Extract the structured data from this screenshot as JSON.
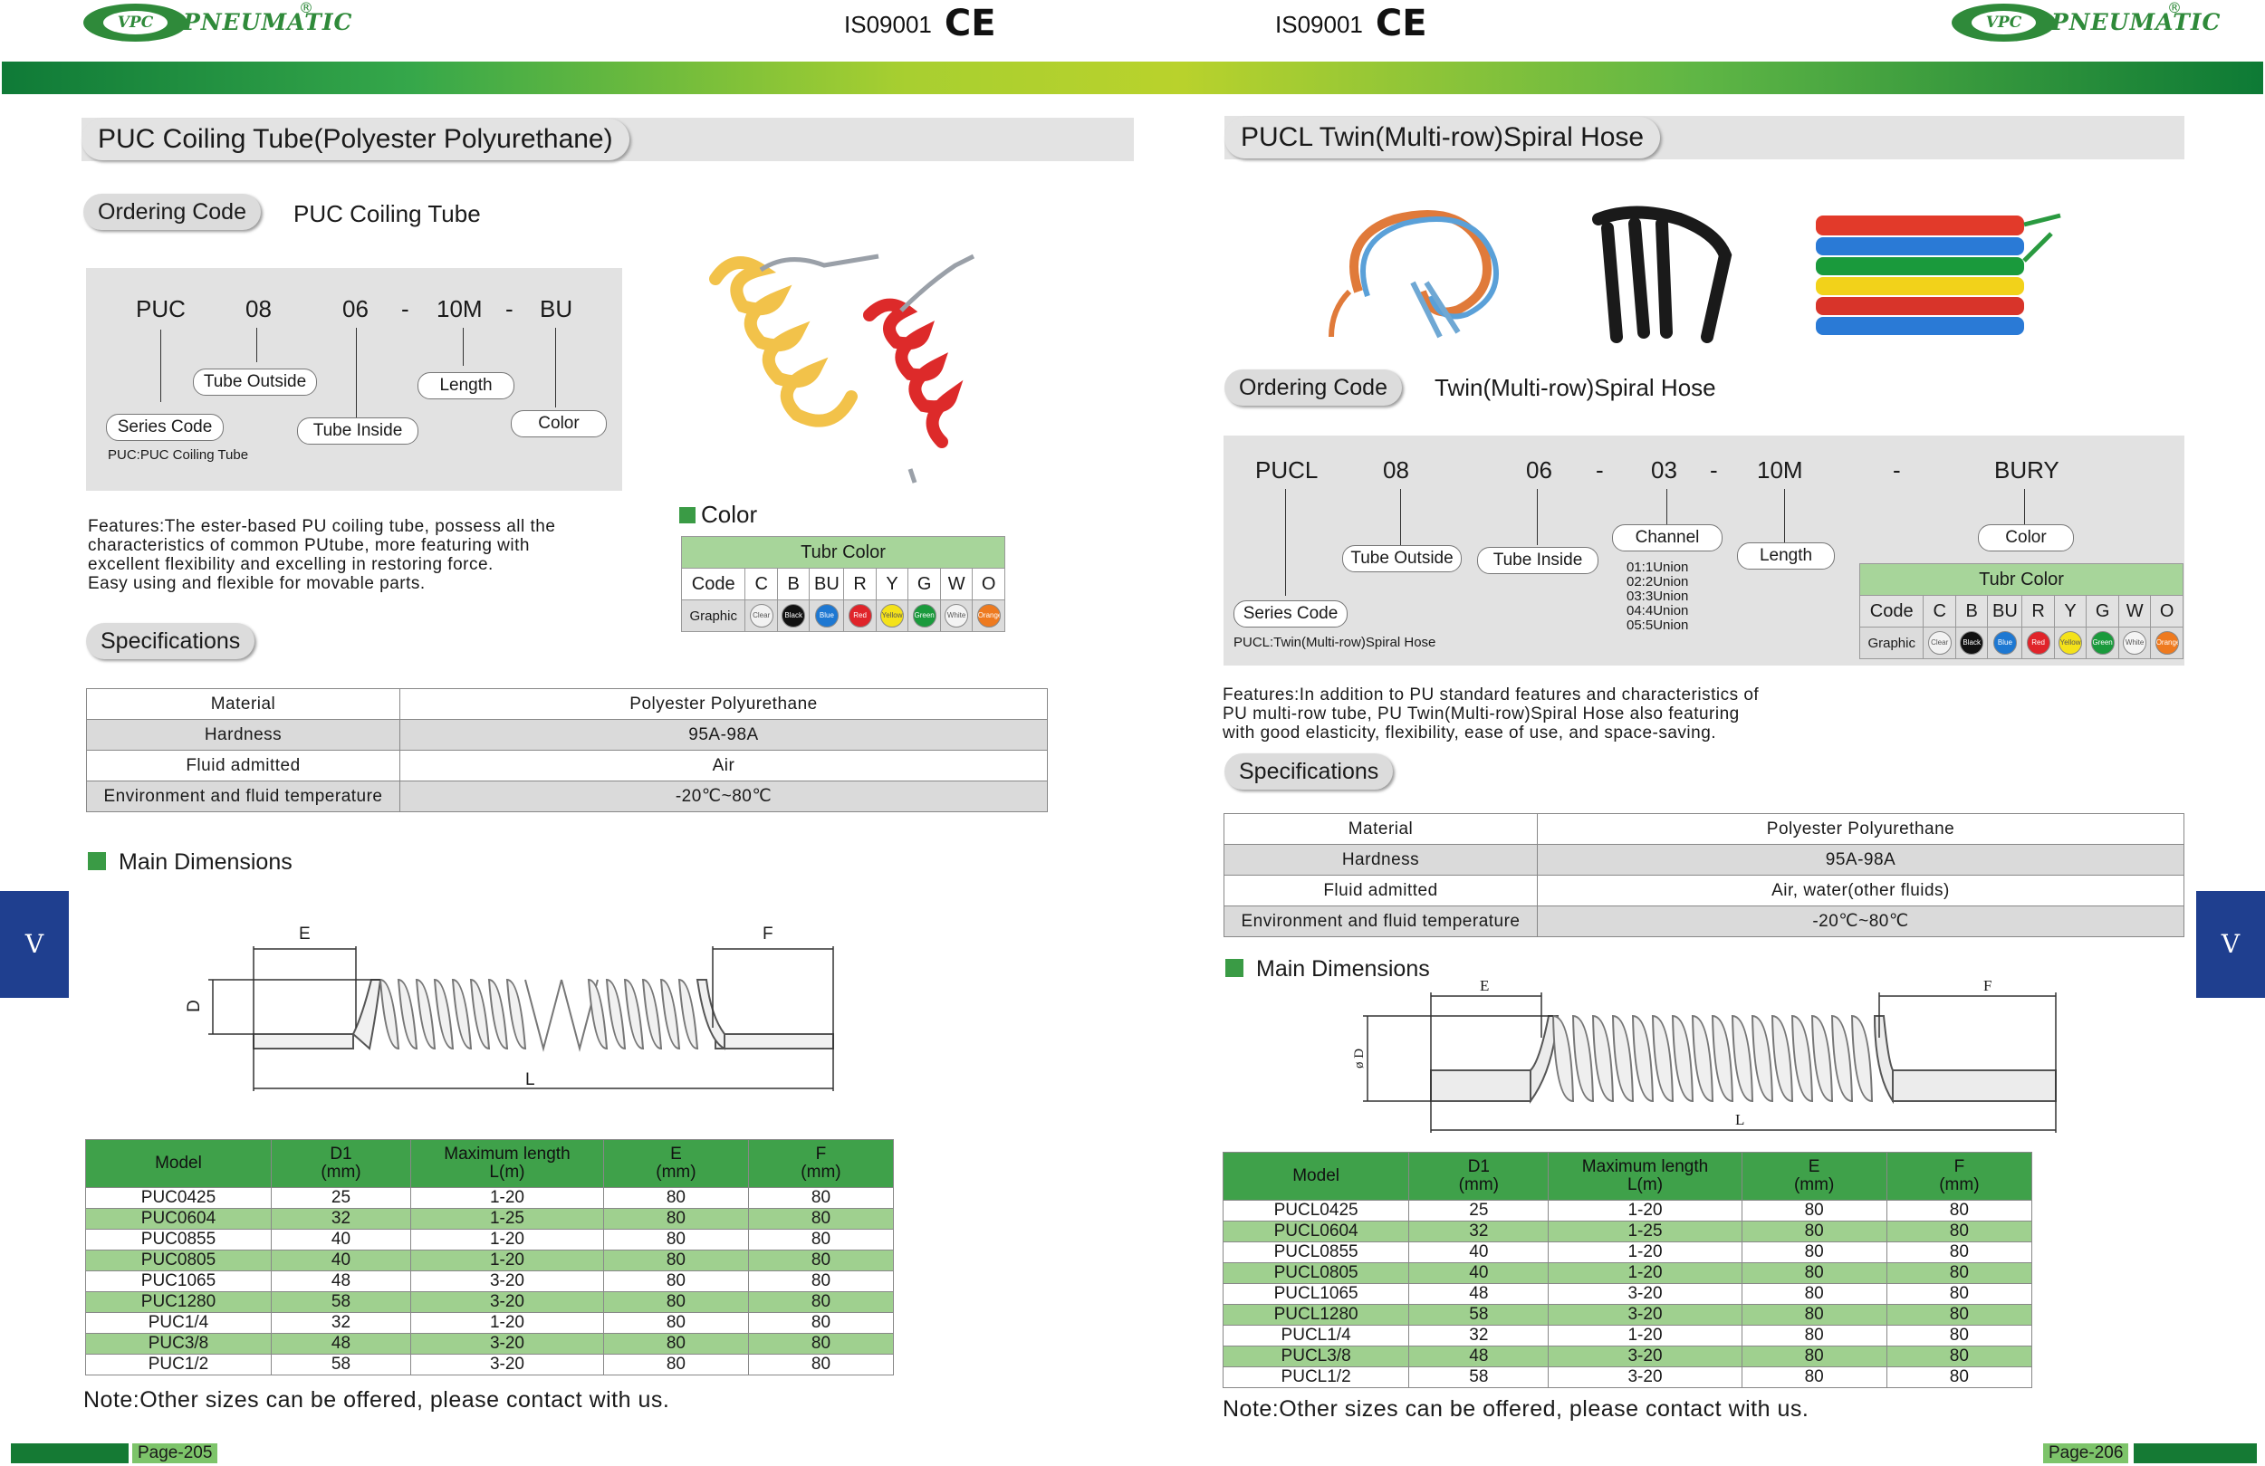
{
  "header": {
    "logo_badge": "VPC",
    "logo_text": "PNEUMATIC",
    "registered": "®",
    "cert_iso": "IS09001",
    "cert_ce": "CE"
  },
  "left": {
    "title": "PUC Coiling Tube(Polyester Polyurethane)",
    "ordering_label": "Ordering Code",
    "ordering_name": "PUC Coiling Tube",
    "code_parts": [
      "PUC",
      "08",
      "06",
      "-",
      "10M",
      "-",
      "BU"
    ],
    "code_labels": {
      "series": "Series Code",
      "tube_outside": "Tube Outside",
      "tube_inside": "Tube Inside",
      "length": "Length",
      "color": "Color"
    },
    "series_note": "PUC:PUC Coiling Tube",
    "features": [
      "Features:The ester-based PU coiling tube, possess all the",
      "characteristics of common PUtube, more featuring with",
      "excellent flexibility and excelling in restoring force.",
      "Easy using and flexible for movable parts."
    ],
    "color_heading": "Color",
    "specifications_label": "Specifications",
    "specs": [
      [
        "Material",
        "Polyester Polyurethane"
      ],
      [
        "Hardness",
        "95A-98A"
      ],
      [
        "Fluid admitted",
        "Air"
      ],
      [
        "Environment and fluid temperature",
        "-20℃~80℃"
      ]
    ],
    "main_dimensions": "Main Dimensions",
    "drawing_labels": {
      "e": "E",
      "f": "F",
      "d": "D",
      "l": "L"
    },
    "dim_headers": [
      "Model",
      "D1\n(mm)",
      "Maximum length\nL(m)",
      "E\n(mm)",
      "F\n(mm)"
    ],
    "dim_rows": [
      [
        "PUC0425",
        "25",
        "1-20",
        "80",
        "80"
      ],
      [
        "PUC0604",
        "32",
        "1-25",
        "80",
        "80"
      ],
      [
        "PUC0855",
        "40",
        "1-20",
        "80",
        "80"
      ],
      [
        "PUC0805",
        "40",
        "1-20",
        "80",
        "80"
      ],
      [
        "PUC1065",
        "48",
        "3-20",
        "80",
        "80"
      ],
      [
        "PUC1280",
        "58",
        "3-20",
        "80",
        "80"
      ],
      [
        "PUC1/4",
        "32",
        "1-20",
        "80",
        "80"
      ],
      [
        "PUC3/8",
        "48",
        "3-20",
        "80",
        "80"
      ],
      [
        "PUC1/2",
        "58",
        "3-20",
        "80",
        "80"
      ]
    ],
    "note": "Note:Other sizes can be offered, please contact with us.",
    "page": "Page-205",
    "side_tab": "V"
  },
  "color_table": {
    "title": "Tubr Color",
    "code_label": "Code",
    "graphic_label": "Graphic",
    "codes": [
      "C",
      "B",
      "BU",
      "R",
      "Y",
      "G",
      "W",
      "O"
    ],
    "names": [
      "Clear",
      "Black",
      "Blue",
      "Red",
      "Yellow",
      "Green",
      "White",
      "Orange"
    ],
    "colors": [
      "#f2f2f2",
      "#111111",
      "#1e78d2",
      "#e0242a",
      "#f4e21a",
      "#1a9a3c",
      "#f4f4f4",
      "#ee7a1f"
    ]
  },
  "right": {
    "title": "PUCL Twin(Multi-row)Spiral Hose",
    "ordering_label": "Ordering Code",
    "ordering_name": "Twin(Multi-row)Spiral Hose",
    "code_parts": [
      "PUCL",
      "08",
      "06",
      "-",
      "03",
      "-",
      "10M",
      "-",
      "BURY"
    ],
    "code_labels": {
      "series": "Series Code",
      "tube_outside": "Tube Outside",
      "tube_inside": "Tube Inside",
      "channel": "Channel",
      "length": "Length",
      "color": "Color"
    },
    "channel_options": [
      "01:1Union",
      "02:2Union",
      "03:3Union",
      "04:4Union",
      "05:5Union"
    ],
    "series_note": "PUCL:Twin(Multi-row)Spiral Hose",
    "features": [
      "Features:In addition to PU standard features and characteristics of",
      "PU multi-row tube, PU Twin(Multi-row)Spiral Hose also featuring",
      "with good elasticity, flexibility, ease of use, and space-saving."
    ],
    "specifications_label": "Specifications",
    "specs": [
      [
        "Material",
        "Polyester Polyurethane"
      ],
      [
        "Hardness",
        "95A-98A"
      ],
      [
        "Fluid admitted",
        "Air, water(other fluids)"
      ],
      [
        "Environment and fluid temperature",
        "-20℃~80℃"
      ]
    ],
    "main_dimensions": "Main Dimensions",
    "drawing_labels": {
      "e": "E",
      "f": "F",
      "d": "ø D",
      "l": "L"
    },
    "dim_headers": [
      "Model",
      "D1\n(mm)",
      "Maximum length\nL(m)",
      "E\n(mm)",
      "F\n(mm)"
    ],
    "dim_rows": [
      [
        "PUCL0425",
        "25",
        "1-20",
        "80",
        "80"
      ],
      [
        "PUCL0604",
        "32",
        "1-25",
        "80",
        "80"
      ],
      [
        "PUCL0855",
        "40",
        "1-20",
        "80",
        "80"
      ],
      [
        "PUCL0805",
        "40",
        "1-20",
        "80",
        "80"
      ],
      [
        "PUCL1065",
        "48",
        "3-20",
        "80",
        "80"
      ],
      [
        "PUCL1280",
        "58",
        "3-20",
        "80",
        "80"
      ],
      [
        "PUCL1/4",
        "32",
        "1-20",
        "80",
        "80"
      ],
      [
        "PUCL3/8",
        "48",
        "3-20",
        "80",
        "80"
      ],
      [
        "PUCL1/2",
        "58",
        "3-20",
        "80",
        "80"
      ]
    ],
    "note": "Note:Other sizes can be offered, please contact with us.",
    "page": "Page-206",
    "side_tab": "V"
  }
}
